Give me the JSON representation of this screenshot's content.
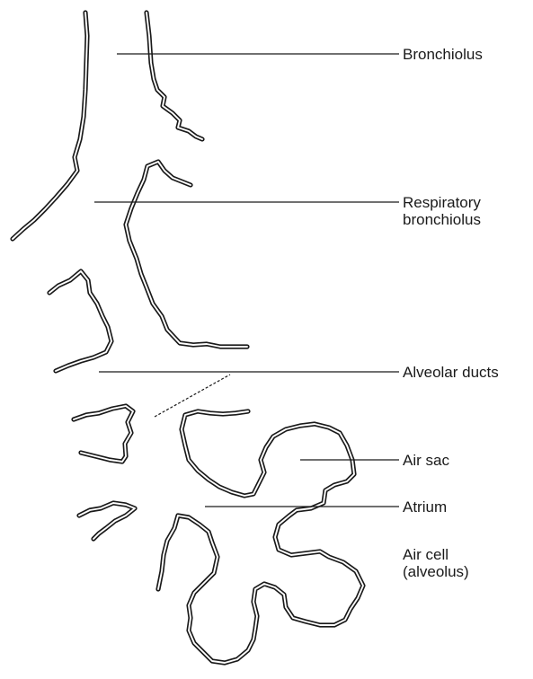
{
  "labels": {
    "bronchiolus": "Bronchiolus",
    "respiratory_bronchiolus": "Respiratory\nbronchiolus",
    "alveolar_ducts": "Alveolar ducts",
    "air_sac": "Air sac",
    "atrium": "Atrium",
    "air_cell": "Air cell\n(alveolus)"
  }
}
